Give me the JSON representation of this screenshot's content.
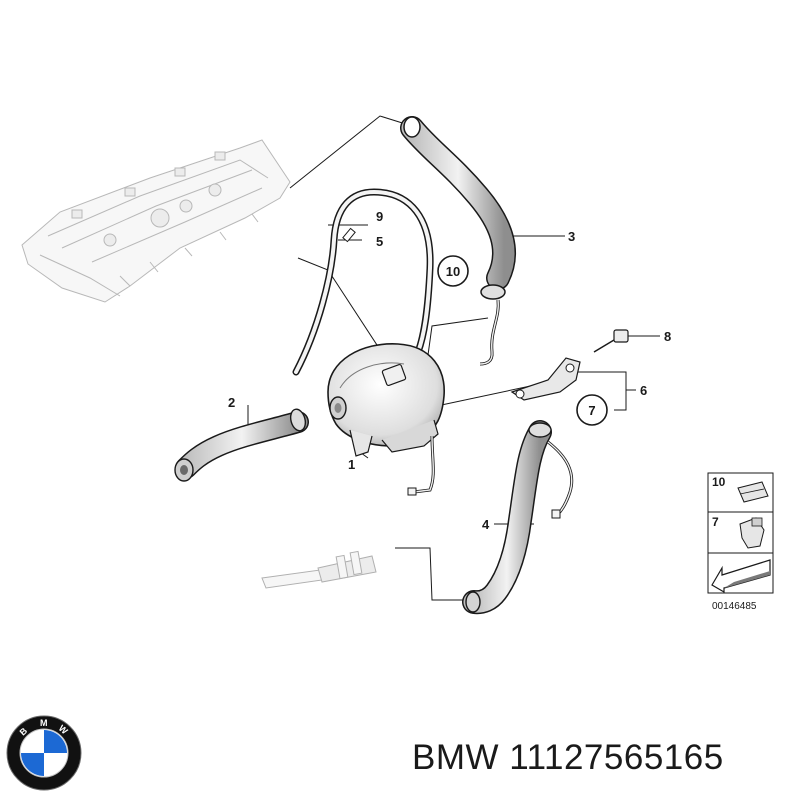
{
  "callouts": {
    "c1": "1",
    "c2": "2",
    "c3": "3",
    "c4": "4",
    "c5": "5",
    "c6": "6",
    "c7": "7",
    "c8": "8",
    "c9": "9",
    "c10": "10"
  },
  "legend": {
    "item10": "10",
    "item7": "7",
    "reference": "00146485"
  },
  "caption": "BMW 11127565165",
  "logo": {
    "letters": [
      "B",
      "M",
      "W"
    ],
    "colors": {
      "blue": "#1c69d4",
      "white": "#ffffff",
      "ring": "#111111"
    }
  }
}
